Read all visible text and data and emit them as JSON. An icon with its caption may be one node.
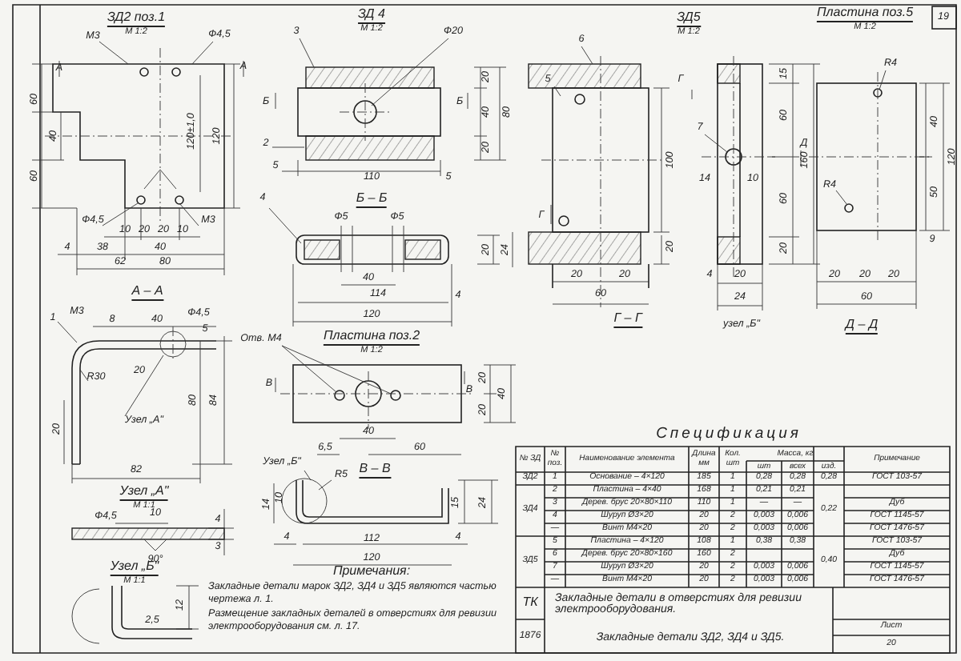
{
  "diagram": {
    "nodes": [
      {
        "text": [
          "ЗД2 поз.1",
          "М 1:2"
        ]
      },
      {
        "text": [
          "А – А"
        ]
      },
      {
        "text": [
          "Узел „А\"",
          "М 1:1"
        ]
      },
      {
        "text": [
          "Узел „Б\"",
          "М 1:1"
        ]
      },
      {
        "text": [
          "ЗД 4",
          "М 1:2"
        ]
      },
      {
        "text": [
          "Б – Б"
        ]
      },
      {
        "text": [
          "Пластина поз.2",
          "М 1:2"
        ]
      },
      {
        "text": [
          "В – В"
        ]
      },
      {
        "text": [
          "ЗД5",
          "М 1:2"
        ]
      },
      {
        "text": [
          "Г – Г"
        ]
      },
      {
        "text": [
          "Пластина поз.5",
          "М 1:2"
        ]
      },
      {
        "text": [
          "Д – Д"
        ]
      }
    ],
    "labels": [
      "М3",
      "Ф4,5",
      "А",
      "А",
      "60",
      "40",
      "60",
      "120±1,0",
      "120",
      "Ф4,5",
      "М3",
      "10",
      "20",
      "20",
      "10",
      "4",
      "38",
      "40",
      "62",
      "80",
      "1",
      "М3",
      "8",
      "40",
      "Ф4,5",
      "5",
      "R30",
      "20",
      "Узел „А\"",
      "20",
      "80",
      "84",
      "82",
      "Ф4,5",
      "10",
      "4",
      "3",
      "90°",
      "12",
      "2,5",
      "3",
      "Ф20",
      "Б",
      "2",
      "5",
      "4",
      "Б",
      "20",
      "40",
      "80",
      "20",
      "110",
      "5",
      "Ф5",
      "Ф5",
      "20",
      "24",
      "40",
      "114",
      "4",
      "120",
      "Отв. М4",
      "В",
      "В",
      "20",
      "20",
      "40",
      "40",
      "6,5",
      "60",
      "Узел „Б\"",
      "R5",
      "14",
      "10",
      "4",
      "112",
      "4",
      "120",
      "15",
      "24",
      "6",
      "5",
      "Г",
      "100",
      "Г",
      "20",
      "20",
      "20",
      "60",
      "7",
      "15",
      "60",
      "160",
      "14",
      "10",
      "60",
      "20",
      "4",
      "20",
      "24",
      "узел „Б\"",
      "R4",
      "Д",
      "40",
      "120",
      "R4",
      "50",
      "9",
      "20",
      "20",
      "20",
      "60",
      "19",
      "Примечания:",
      "Закладные детали марок ЗД2, ЗД4 и ЗД5 являются частью чертежа л. 1.",
      "Размещение закладных деталей в отверстиях для ревизии электрооборудования см. л. 17.",
      "Спецификация",
      "№ ЗД",
      "№ поз.",
      "Наименование элемента",
      "Длина мм",
      "Кол. шт",
      "Масса, кг",
      "Примечание",
      "шт",
      "всех",
      "изд.",
      "ЗД2",
      "1",
      "Основание – 4×120",
      "185",
      "1",
      "0,28",
      "0,28",
      "0,28",
      "ГОСТ 103-57",
      "ЗД4",
      "2",
      "Пластина – 4×40",
      "168",
      "1",
      "0,21",
      "0,21",
      "0,22",
      "3",
      "Дерев. брус 20×80×110",
      "110",
      "1",
      "—",
      "—",
      "Дуб",
      "4",
      "Шуруп Ø3×20",
      "20",
      "2",
      "0,003",
      "0,006",
      "ГОСТ 1145-57",
      "—",
      "Винт М4×20",
      "20",
      "2",
      "0,003",
      "0,006",
      "ГОСТ 1476-57",
      "ЗД5",
      "5",
      "Пластина – 4×120",
      "108",
      "1",
      "0,38",
      "0,38",
      "0,40",
      "ГОСТ 103-57",
      "6",
      "Дерев. брус 20×80×160",
      "160",
      "2",
      "Дуб",
      "7",
      "Шуруп Ø3×20",
      "20",
      "2",
      "0,003",
      "0,006",
      "ГОСТ 1145-57",
      "—",
      "Винт М4×20",
      "20",
      "2",
      "0,003",
      "0,006",
      "ГОСТ 1476-57",
      "ТК",
      "1876",
      "Закладные детали в отверстиях для ревизии электрооборудования.",
      "Закладные детали ЗД2, ЗД4 и ЗД5.",
      "Лист",
      "20"
    ]
  }
}
